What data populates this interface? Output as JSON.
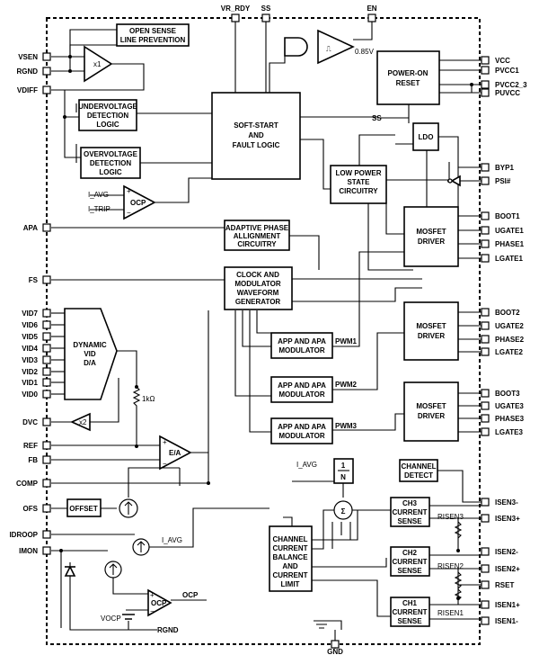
{
  "pins": {
    "top": [
      "VR_RDY",
      "SS",
      "EN"
    ],
    "left": [
      "VSEN",
      "RGND",
      "VDIFF",
      "APA",
      "FS",
      "VID7",
      "VID6",
      "VID5",
      "VID4",
      "VID3",
      "VID2",
      "VID1",
      "VID0",
      "DVC",
      "REF",
      "FB",
      "COMP",
      "OFS",
      "IDROOP",
      "IMON"
    ],
    "right": [
      "VCC",
      "PVCC1",
      "PVCC2_3",
      "PUVCC",
      "BYP1",
      "PSI#",
      "BOOT1",
      "UGATE1",
      "PHASE1",
      "LGATE1",
      "BOOT2",
      "UGATE2",
      "PHASE2",
      "LGATE2",
      "BOOT3",
      "UGATE3",
      "PHASE3",
      "LGATE3",
      "ISEN3-",
      "ISEN3+",
      "ISEN2-",
      "ISEN2+",
      "RSET",
      "ISEN1+",
      "ISEN1-"
    ],
    "bottom": [
      "GND"
    ]
  },
  "blocks": {
    "open_sense": [
      "OPEN SENSE",
      "LINE PREVENTION"
    ],
    "uvlo": [
      "UNDERVOLTAGE",
      "DETECTION",
      "LOGIC"
    ],
    "ovp": [
      "OVERVOLTAGE",
      "DETECTION",
      "LOGIC"
    ],
    "softstart": [
      "SOFT-START",
      "AND",
      "FAULT LOGIC"
    ],
    "por": [
      "POWER-ON",
      "RESET"
    ],
    "ldo": "LDO",
    "lowpower": [
      "LOW POWER",
      "STATE",
      "CIRCUITRY"
    ],
    "apa": [
      "ADAPTIVE PHASE",
      "ALLIGNMENT",
      "CIRCUITRY"
    ],
    "clock": [
      "CLOCK AND",
      "MODULATOR",
      "WAVEFORM",
      "GENERATOR"
    ],
    "dac": [
      "DYNAMIC",
      "VID",
      "D/A"
    ],
    "mosfet": [
      "MOSFET",
      "DRIVER"
    ],
    "modulator": [
      "APP AND APA",
      "MODULATOR"
    ],
    "offset": "OFFSET",
    "balance": [
      "CHANNEL",
      "CURRENT",
      "BALANCE",
      "AND",
      "CURRENT",
      "LIMIT"
    ],
    "channel_detect": [
      "CHANNEL",
      "DETECT"
    ],
    "ch3": [
      "CH3",
      "CURRENT",
      "SENSE"
    ],
    "ch2": [
      "CH2",
      "CURRENT",
      "SENSE"
    ],
    "ch1": [
      "CH1",
      "CURRENT",
      "SENSE"
    ],
    "divider": [
      "1",
      "N"
    ]
  },
  "labels": {
    "x1": "x1",
    "x2": "x2",
    "v085": "0.85V",
    "ss_ldo": "SS",
    "i_avg": "I_AVG",
    "i_trip": "I_TRIP",
    "ocp": "OCP",
    "ea": "E/A",
    "pwm1": "PWM1",
    "pwm2": "PWM2",
    "pwm3": "PWM3",
    "i_avg_div": "I_AVG",
    "i_avg_droop": "I_AVG",
    "r1k": "1kΩ",
    "risen3": "RISEN3",
    "risen2": "RISEN2",
    "risen1": "RISEN1",
    "vocp": "VOCP",
    "rgnd_bottom": "RGND",
    "ocp_out": "OCP",
    "sigma": "Σ"
  }
}
